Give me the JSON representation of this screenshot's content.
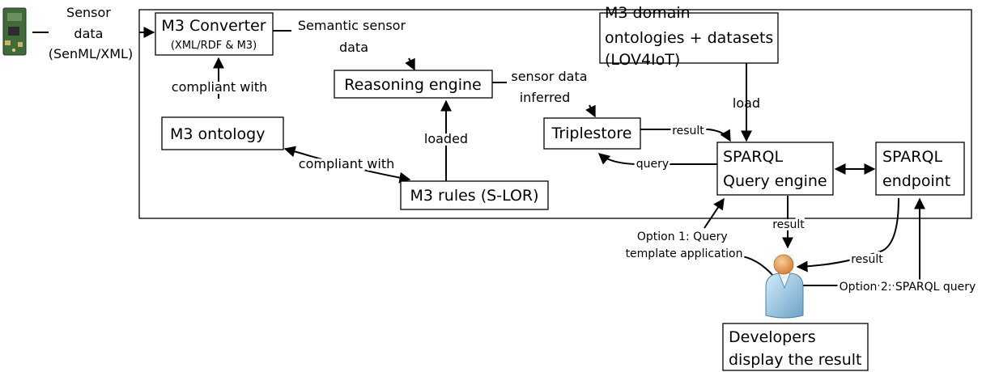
{
  "nodes": {
    "m3_converter": {
      "title": "M3 Converter",
      "subtitle": "(XML/RDF & M3)"
    },
    "reasoning_engine": {
      "label": "Reasoning engine"
    },
    "m3_domain": {
      "line1": "M3 domain",
      "line2": "ontologies + datasets",
      "line3": "(LOV4IoT)"
    },
    "m3_ontology": {
      "label": "M3 ontology"
    },
    "triplestore": {
      "label": "Triplestore"
    },
    "sparql_query_engine": {
      "line1": "SPARQL",
      "line2": "Query engine"
    },
    "sparql_endpoint": {
      "line1": "SPARQL",
      "line2": "endpoint"
    },
    "m3_rules": {
      "label": "M3 rules (S-LOR)"
    },
    "developers": {
      "line1": "Developers",
      "line2": "display the result"
    }
  },
  "edge_labels": {
    "sensor_data": {
      "line1": "Sensor",
      "line2": "data",
      "line3": "(SenML/XML)"
    },
    "semantic_sensor_data": {
      "line1": "Semantic sensor",
      "line2": "data"
    },
    "compliant_with_top": "compliant with",
    "compliant_with_bottom": "compliant with",
    "loaded": "loaded",
    "sensor_data_inferred": {
      "line1": "sensor data",
      "line2": "inferred"
    },
    "load": "load",
    "result_triplestore": "result",
    "query": "query",
    "result_engine": "result",
    "result_endpoint": "result",
    "option1": {
      "line1": "Option 1: Query",
      "line2": "template application"
    },
    "option2": "Option 2: SPARQL query"
  },
  "colors": {
    "sensor_board": "#3f6b3a",
    "user_head": "#e9a25a",
    "user_body": "#9cc6e0"
  }
}
